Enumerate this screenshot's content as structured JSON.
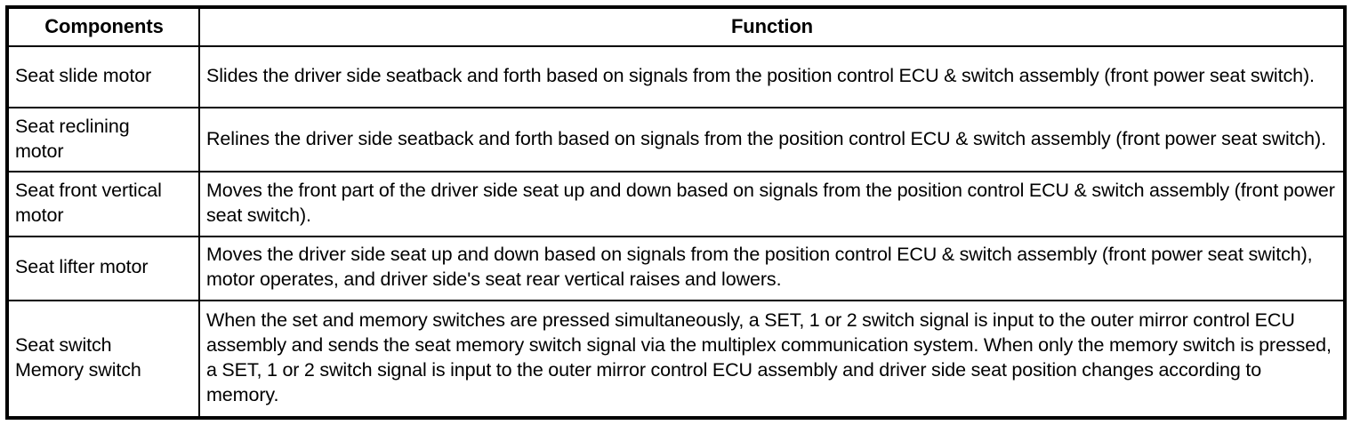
{
  "table": {
    "headers": {
      "components": "Components",
      "function": "Function"
    },
    "rows": [
      {
        "component": "Seat slide motor",
        "function": "Slides the driver side seatback and forth based on signals from the position control ECU & switch assembly (front power seat switch)."
      },
      {
        "component": "Seat reclining\nmotor",
        "function": "Relines the driver side seatback and forth based on signals from the position control ECU & switch assembly (front power seat switch)."
      },
      {
        "component": "Seat front vertical\nmotor",
        "function": "Moves the front part of the driver side seat up and down based on signals from the position control ECU & switch assembly (front power seat switch)."
      },
      {
        "component": "Seat lifter motor",
        "function": "Moves the driver side seat up and down based on signals from the position control ECU & switch assembly (front power seat switch), motor operates, and driver side's seat rear vertical raises and lowers."
      },
      {
        "component": "Seat switch\nMemory switch",
        "function": "When the set and memory switches are pressed simultaneously, a SET, 1 or 2 switch signal is input to the outer mirror control ECU assembly and sends the seat memory switch signal via the multiplex communication system. When only the memory switch is pressed, a SET, 1 or 2 switch signal is input to the outer mirror control ECU assembly and driver side seat position changes according to memory."
      }
    ]
  },
  "colors": {
    "border": "#000000",
    "text": "#000000",
    "background": "#ffffff"
  }
}
